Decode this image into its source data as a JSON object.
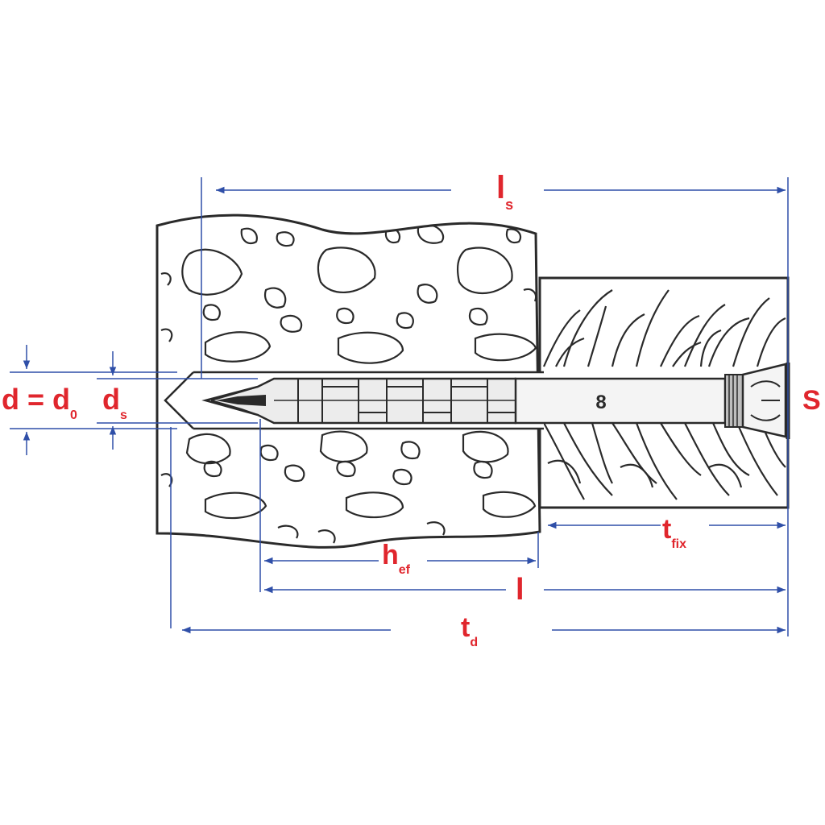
{
  "colors": {
    "outline": "#2a2a2a",
    "dimension": "#2f4fa8",
    "label": "#e0262d",
    "background": "#ffffff",
    "anchor_fill": "#ececec",
    "head_fill": "#bdbdbd"
  },
  "labels": {
    "ls_main": "l",
    "ls_sub": "s",
    "d_eq": "d = d",
    "d_eq_sub": "0",
    "ds_main": "d",
    "ds_sub": "s",
    "s_right": "S",
    "tfix_main": "t",
    "tfix_sub": "fix",
    "hef_main": "h",
    "hef_sub": "ef",
    "l_main": "l",
    "td_main": "t",
    "td_sub": "d"
  },
  "screw_mark": "8"
}
